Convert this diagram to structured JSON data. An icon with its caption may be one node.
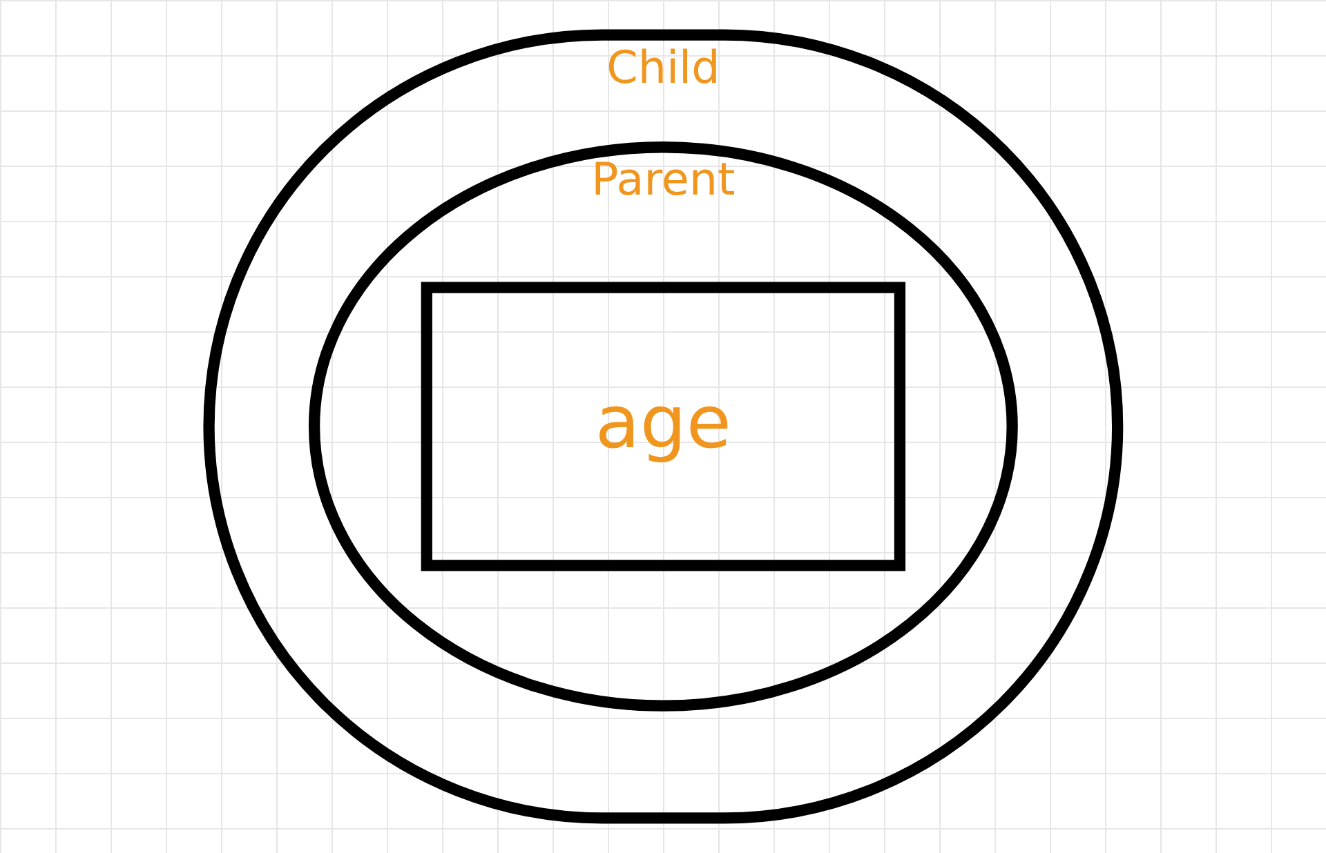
{
  "diagram": {
    "nodes": [
      {
        "text": [
          "Child"
        ]
      },
      {
        "text": [
          "Parent"
        ],
        "in": 0
      },
      {
        "text": [
          "age"
        ],
        "in": 1
      }
    ]
  }
}
